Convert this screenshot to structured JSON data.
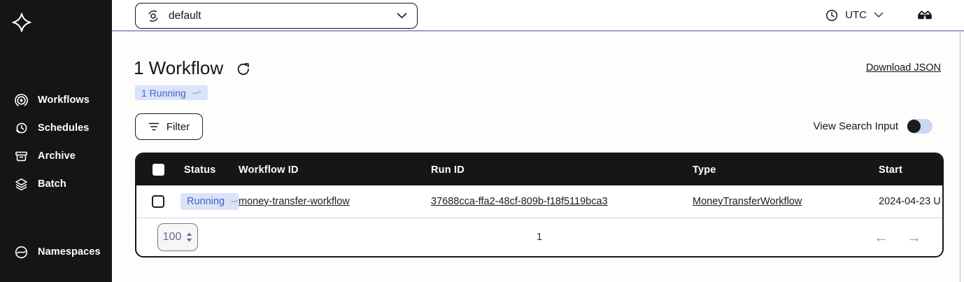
{
  "colors": {
    "accent_blue": "#3e63c9",
    "badge_background": "#dbe3f8",
    "sidebar_background": "#151515",
    "table_header_background": "#161616",
    "topbar_border": "#98a4c6"
  },
  "sidebar": {
    "items": [
      {
        "label": "Workflows",
        "icon": "workflows-icon"
      },
      {
        "label": "Schedules",
        "icon": "schedules-icon"
      },
      {
        "label": "Archive",
        "icon": "archive-icon"
      },
      {
        "label": "Batch",
        "icon": "batch-icon"
      }
    ],
    "bottom_item": {
      "label": "Namespaces",
      "icon": "namespaces-icon"
    }
  },
  "topbar": {
    "namespace_select": {
      "value": "default"
    },
    "timezone": {
      "label": "UTC"
    }
  },
  "page": {
    "title": "1 Workflow",
    "download_link": "Download JSON",
    "running_badge": "1 Running",
    "filter_label": "Filter",
    "search_toggle_label": "View Search Input"
  },
  "table": {
    "headers": {
      "status": "Status",
      "workflow_id": "Workflow ID",
      "run_id": "Run ID",
      "type": "Type",
      "start": "Start"
    },
    "rows": [
      {
        "status": "Running",
        "workflow_id": "money-transfer-workflow",
        "run_id": "37688cca-ffa2-48cf-809b-f18f5119bca3",
        "type": "MoneyTransferWorkflow",
        "start": "2024-04-23 U"
      }
    ]
  },
  "pagination": {
    "page_size": "100",
    "current_page": "1",
    "prev": "←",
    "next": "→"
  }
}
